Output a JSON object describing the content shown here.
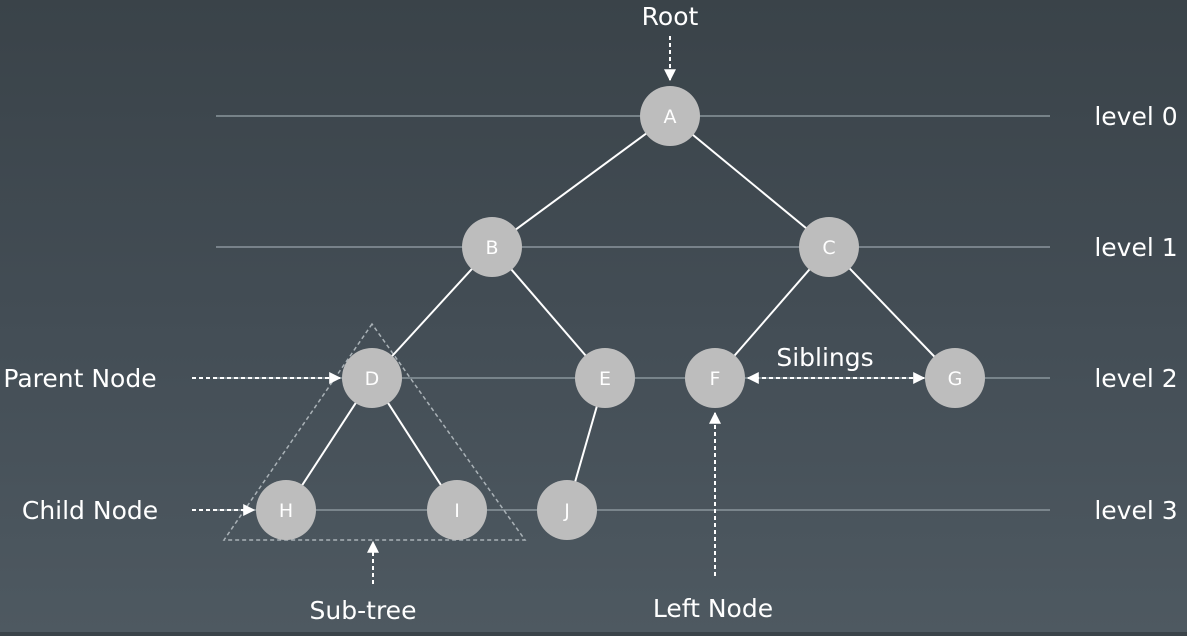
{
  "colors": {
    "background": "#434d55",
    "node_fill": "#bdbdbd",
    "node_text": "#ffffff",
    "line": "#ffffff",
    "level_line": "#8a959c",
    "label_text": "#ffffff"
  },
  "levels": [
    {
      "id": "level0",
      "label": "level 0"
    },
    {
      "id": "level1",
      "label": "level 1"
    },
    {
      "id": "level2",
      "label": "level 2"
    },
    {
      "id": "level3",
      "label": "level 3"
    }
  ],
  "nodes": [
    {
      "id": "A",
      "label": "A"
    },
    {
      "id": "B",
      "label": "B"
    },
    {
      "id": "C",
      "label": "C"
    },
    {
      "id": "D",
      "label": "D"
    },
    {
      "id": "E",
      "label": "E"
    },
    {
      "id": "F",
      "label": "F"
    },
    {
      "id": "G",
      "label": "G"
    },
    {
      "id": "H",
      "label": "H"
    },
    {
      "id": "I",
      "label": "I"
    },
    {
      "id": "J",
      "label": "J"
    }
  ],
  "edges": [
    [
      "A",
      "B"
    ],
    [
      "A",
      "C"
    ],
    [
      "B",
      "D"
    ],
    [
      "B",
      "E"
    ],
    [
      "C",
      "F"
    ],
    [
      "C",
      "G"
    ],
    [
      "D",
      "H"
    ],
    [
      "D",
      "I"
    ],
    [
      "E",
      "J"
    ]
  ],
  "annotations": {
    "root": "Root",
    "parent_node": "Parent Node",
    "child_node": "Child Node",
    "siblings": "Siblings",
    "sub_tree": "Sub-tree",
    "left_node": "Left Node"
  }
}
